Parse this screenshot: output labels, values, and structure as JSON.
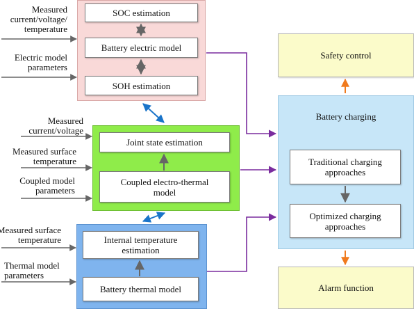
{
  "inputs": {
    "measured_ctv": [
      "Measured",
      "current/voltage/",
      "temperature"
    ],
    "electric_params": [
      "Electric model",
      "parameters"
    ],
    "measured_cv": [
      "Measured",
      "current/voltage"
    ],
    "measured_surface_1": [
      "Measured surface",
      "temperature"
    ],
    "coupled_params": [
      "Coupled model",
      "parameters"
    ],
    "measured_surface_2": [
      "Measured surface",
      "temperature"
    ],
    "thermal_params": [
      "Thermal model",
      "parameters"
    ]
  },
  "electric_panel": {
    "soc": "SOC estimation",
    "model": "Battery electric model",
    "soh": "SOH estimation"
  },
  "coupled_panel": {
    "joint": "Joint state estimation",
    "model": [
      "Coupled electro-thermal",
      "model"
    ]
  },
  "thermal_panel": {
    "internal": [
      "Internal temperature",
      "estimation"
    ],
    "model": "Battery thermal model"
  },
  "outputs": {
    "safety": "Safety control",
    "charging_title": "Battery charging",
    "traditional": [
      "Traditional charging",
      "approaches"
    ],
    "optimized": [
      "Optimized charging",
      "approaches"
    ],
    "alarm": "Alarm function"
  },
  "colors": {
    "electric_panel": "#f9d9d8",
    "coupled_panel": "#8fec4a",
    "thermal_panel": "#7fb4ee",
    "charging_panel": "#c7e6f8",
    "yellow_box": "#fbfbca",
    "purple_arrow": "#7a2c9e",
    "blue_arrow": "#1a74c9",
    "orange_arrow": "#f07a1e",
    "gray_arrow": "#666666"
  }
}
